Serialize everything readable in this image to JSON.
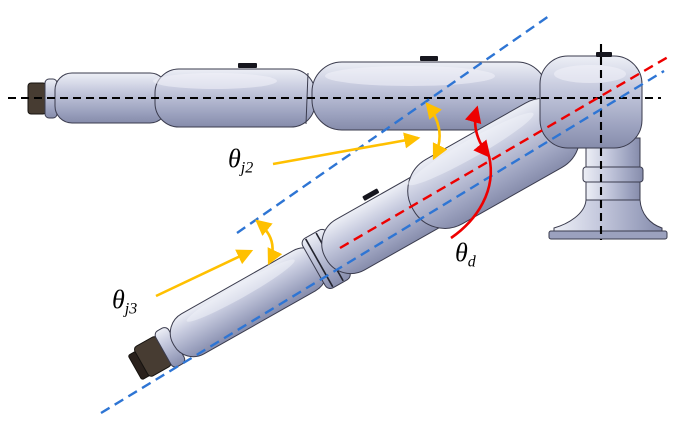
{
  "figure": {
    "type": "robot-arm-joint-angle-diagram",
    "labels": {
      "theta_j2": {
        "symbol": "θ",
        "subscript": "j2"
      },
      "theta_j3": {
        "symbol": "θ",
        "subscript": "j3"
      },
      "theta_d": {
        "symbol": "θ",
        "subscript": "d"
      }
    },
    "colors": {
      "canvas_background": "#FFFFFF",
      "joint_angle_annotation": "#FFC000",
      "desired_angle_annotation": "#EE0000",
      "link_axis_line": "#2E75D4",
      "reference_axis_line": "#000000",
      "robot_body_light": "#EDEFF6",
      "robot_body_mid": "#C6CADE",
      "robot_body_dark": "#9BA1BE",
      "robot_body_deep": "#868CAB",
      "robot_outline": "#3A3B4D",
      "end_effector_dark": "#473C32",
      "detail_mark": "#16161E"
    }
  }
}
